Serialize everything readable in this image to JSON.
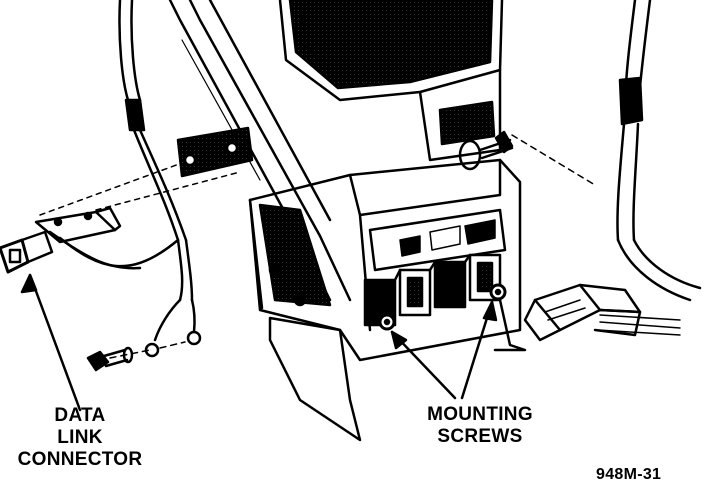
{
  "labels": {
    "data_link_line1": "DATA",
    "data_link_line2": "LINK",
    "data_link_line3": "CONNECTOR",
    "mounting_line1": "MOUNTING",
    "mounting_line2": "SCREWS",
    "figure_id": "948M-31"
  },
  "colors": {
    "ink": "#000000",
    "paper": "#ffffff"
  }
}
